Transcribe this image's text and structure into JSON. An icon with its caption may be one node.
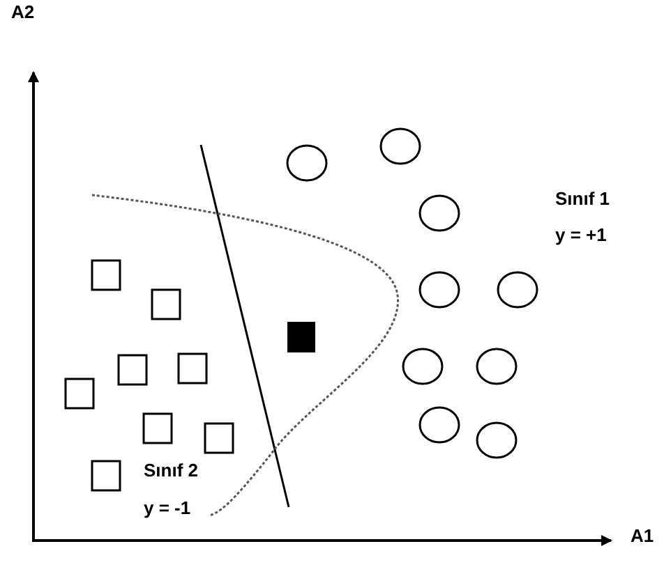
{
  "diagram": {
    "labels": [
      "A2",
      "Sınıf 1",
      "y = +1",
      "Sınıf 2",
      "y = -1",
      "A1"
    ]
  }
}
